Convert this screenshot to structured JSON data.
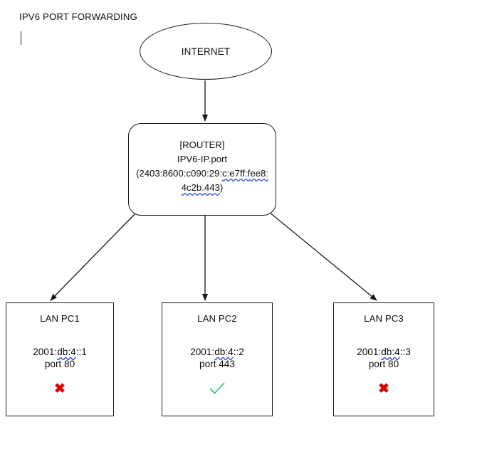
{
  "page": {
    "title": "IPV6 PORT FORWARDING",
    "caret_visible": true,
    "background_color": "#ffffff",
    "stroke_color": "#181818"
  },
  "nodes": {
    "internet": {
      "label": "INTERNET",
      "shape": "ellipse"
    },
    "router": {
      "shape": "rounded-rect",
      "line1": "[ROUTER]",
      "line2": "IPV6-IP.port",
      "address_part1": "(2403:8600:c090:29:",
      "address_part2_spellchecked": "c:e7ff:f",
      "address_part3_spellchecked": "ee8:4c2b.443",
      "address_part4": ")",
      "address_full": "(2403:8600:c090:29:c:e7ff:fee8:4c2b.443)"
    }
  },
  "lan_clients": [
    {
      "name": "LAN PC1",
      "address_prefix": "2001:",
      "address_spellchecked": "db:4",
      "address_suffix": "::1",
      "address_full": "2001:db:4::1",
      "port": "port 80",
      "status": "blocked",
      "status_icon": "red-cross-icon",
      "status_color": "#e00000"
    },
    {
      "name": "LAN PC2",
      "address_prefix": "2001:",
      "address_spellchecked": "db:4",
      "address_suffix": "::2",
      "address_full": "2001:db:4::2",
      "port": "port 443",
      "status": "allowed",
      "status_icon": "green-check-icon",
      "status_color": "#1fc96b"
    },
    {
      "name": "LAN PC3",
      "address_prefix": "2001:",
      "address_spellchecked": "db:4",
      "address_suffix": "::3",
      "address_full": "2001:db:4::3",
      "port": "port 80",
      "status": "blocked",
      "status_icon": "red-cross-icon",
      "status_color": "#e00000"
    }
  ],
  "connectors": [
    {
      "from": "internet",
      "to": "router",
      "style": "straight-arrow"
    },
    {
      "from": "router",
      "to": "LAN PC1",
      "style": "diagonal-arrow-left"
    },
    {
      "from": "router",
      "to": "LAN PC2",
      "style": "straight-arrow"
    },
    {
      "from": "router",
      "to": "LAN PC3",
      "style": "diagonal-arrow-right"
    }
  ]
}
